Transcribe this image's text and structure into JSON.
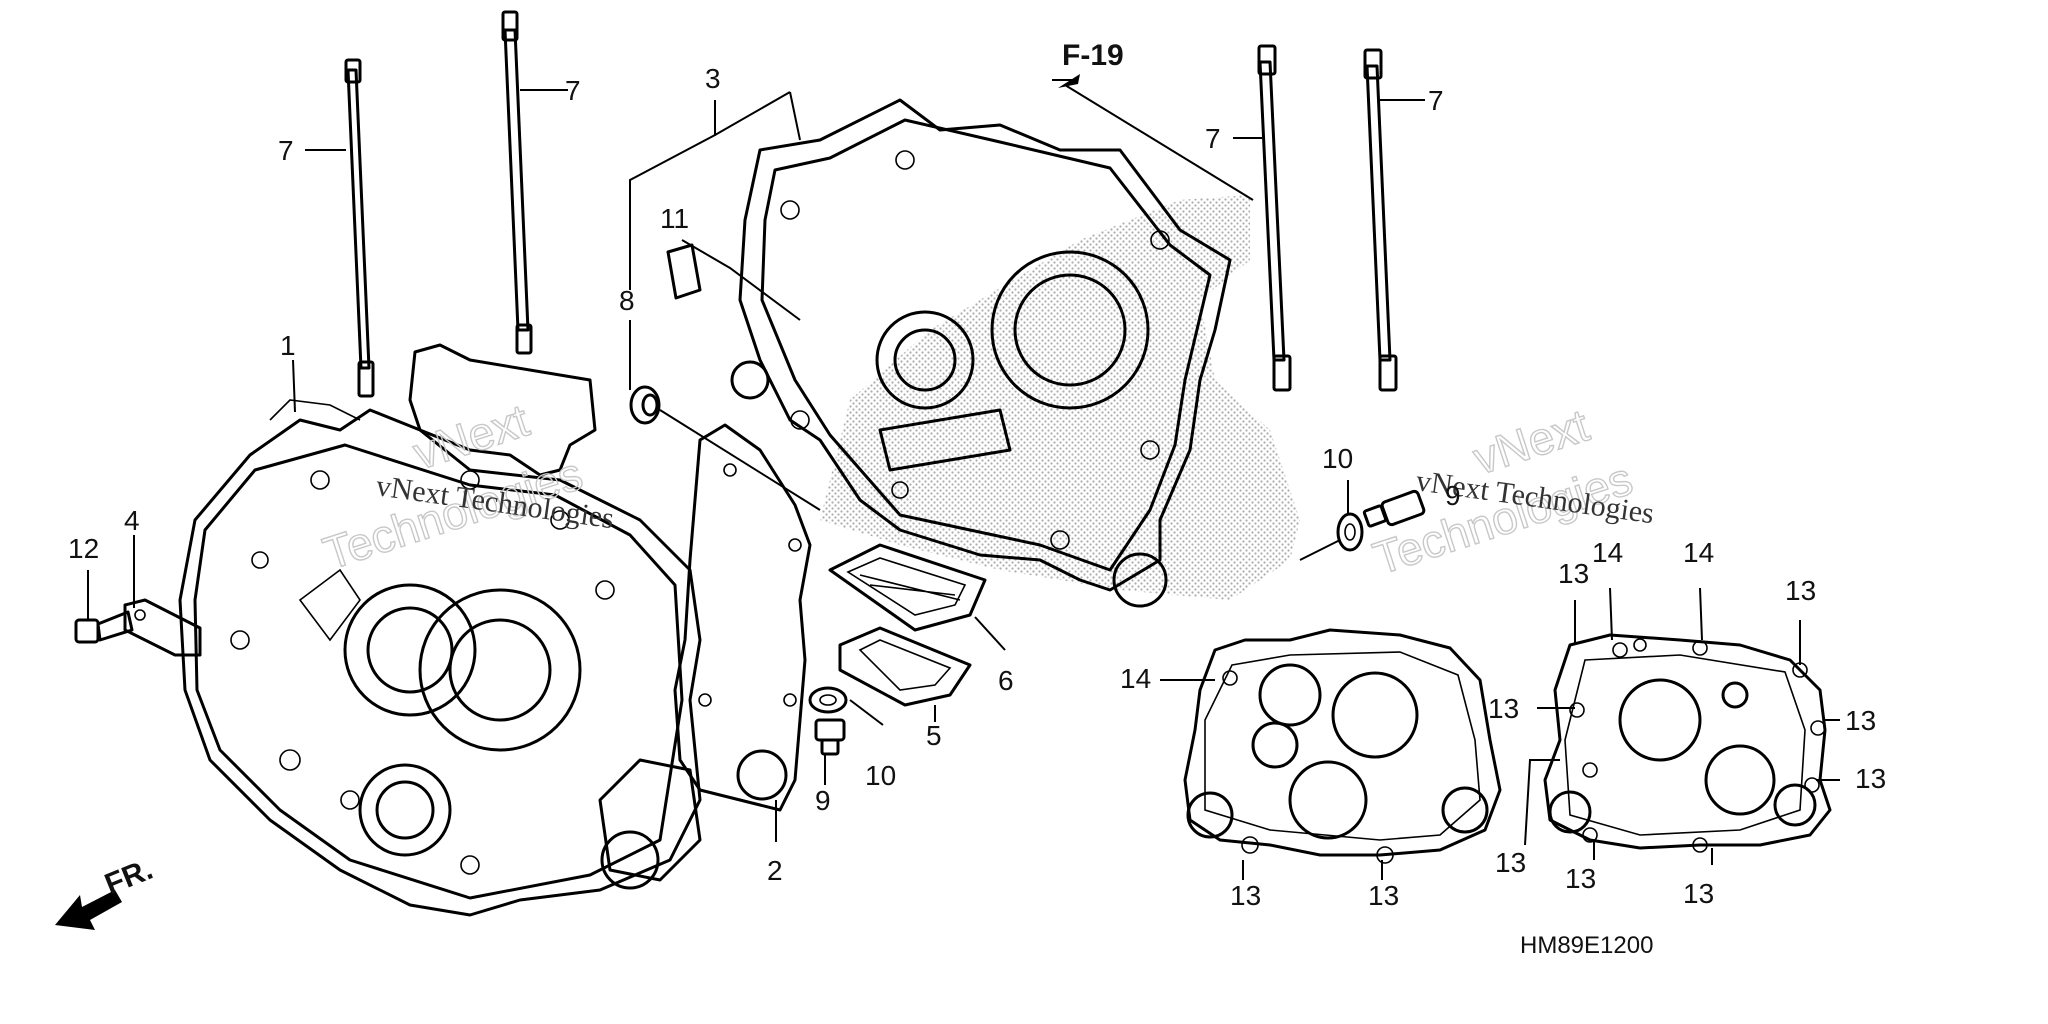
{
  "diagram": {
    "code": "HM89E1200",
    "reference": "F-19",
    "direction": "FR.",
    "watermark": {
      "brand": "vNext",
      "word": "Technologies",
      "line": "vNext Technologies"
    },
    "callouts": [
      {
        "id": "c1",
        "text": "1"
      },
      {
        "id": "c2",
        "text": "2"
      },
      {
        "id": "c3",
        "text": "3"
      },
      {
        "id": "c4",
        "text": "4"
      },
      {
        "id": "c5",
        "text": "5"
      },
      {
        "id": "c6",
        "text": "6"
      },
      {
        "id": "c7a",
        "text": "7"
      },
      {
        "id": "c7b",
        "text": "7"
      },
      {
        "id": "c7c",
        "text": "7"
      },
      {
        "id": "c7d",
        "text": "7"
      },
      {
        "id": "c8",
        "text": "8"
      },
      {
        "id": "c9a",
        "text": "9"
      },
      {
        "id": "c9b",
        "text": "9"
      },
      {
        "id": "c10a",
        "text": "10"
      },
      {
        "id": "c10b",
        "text": "10"
      },
      {
        "id": "c11",
        "text": "11"
      },
      {
        "id": "c12",
        "text": "12"
      },
      {
        "id": "c13a",
        "text": "13"
      },
      {
        "id": "c13b",
        "text": "13"
      },
      {
        "id": "c13c",
        "text": "13"
      },
      {
        "id": "c13d",
        "text": "13"
      },
      {
        "id": "c13e",
        "text": "13"
      },
      {
        "id": "c13f",
        "text": "13"
      },
      {
        "id": "c13g",
        "text": "13"
      },
      {
        "id": "c13h",
        "text": "13"
      },
      {
        "id": "c13i",
        "text": "13"
      },
      {
        "id": "c13j",
        "text": "13"
      },
      {
        "id": "c14a",
        "text": "14"
      },
      {
        "id": "c14b",
        "text": "14"
      },
      {
        "id": "c14c",
        "text": "14"
      }
    ]
  }
}
